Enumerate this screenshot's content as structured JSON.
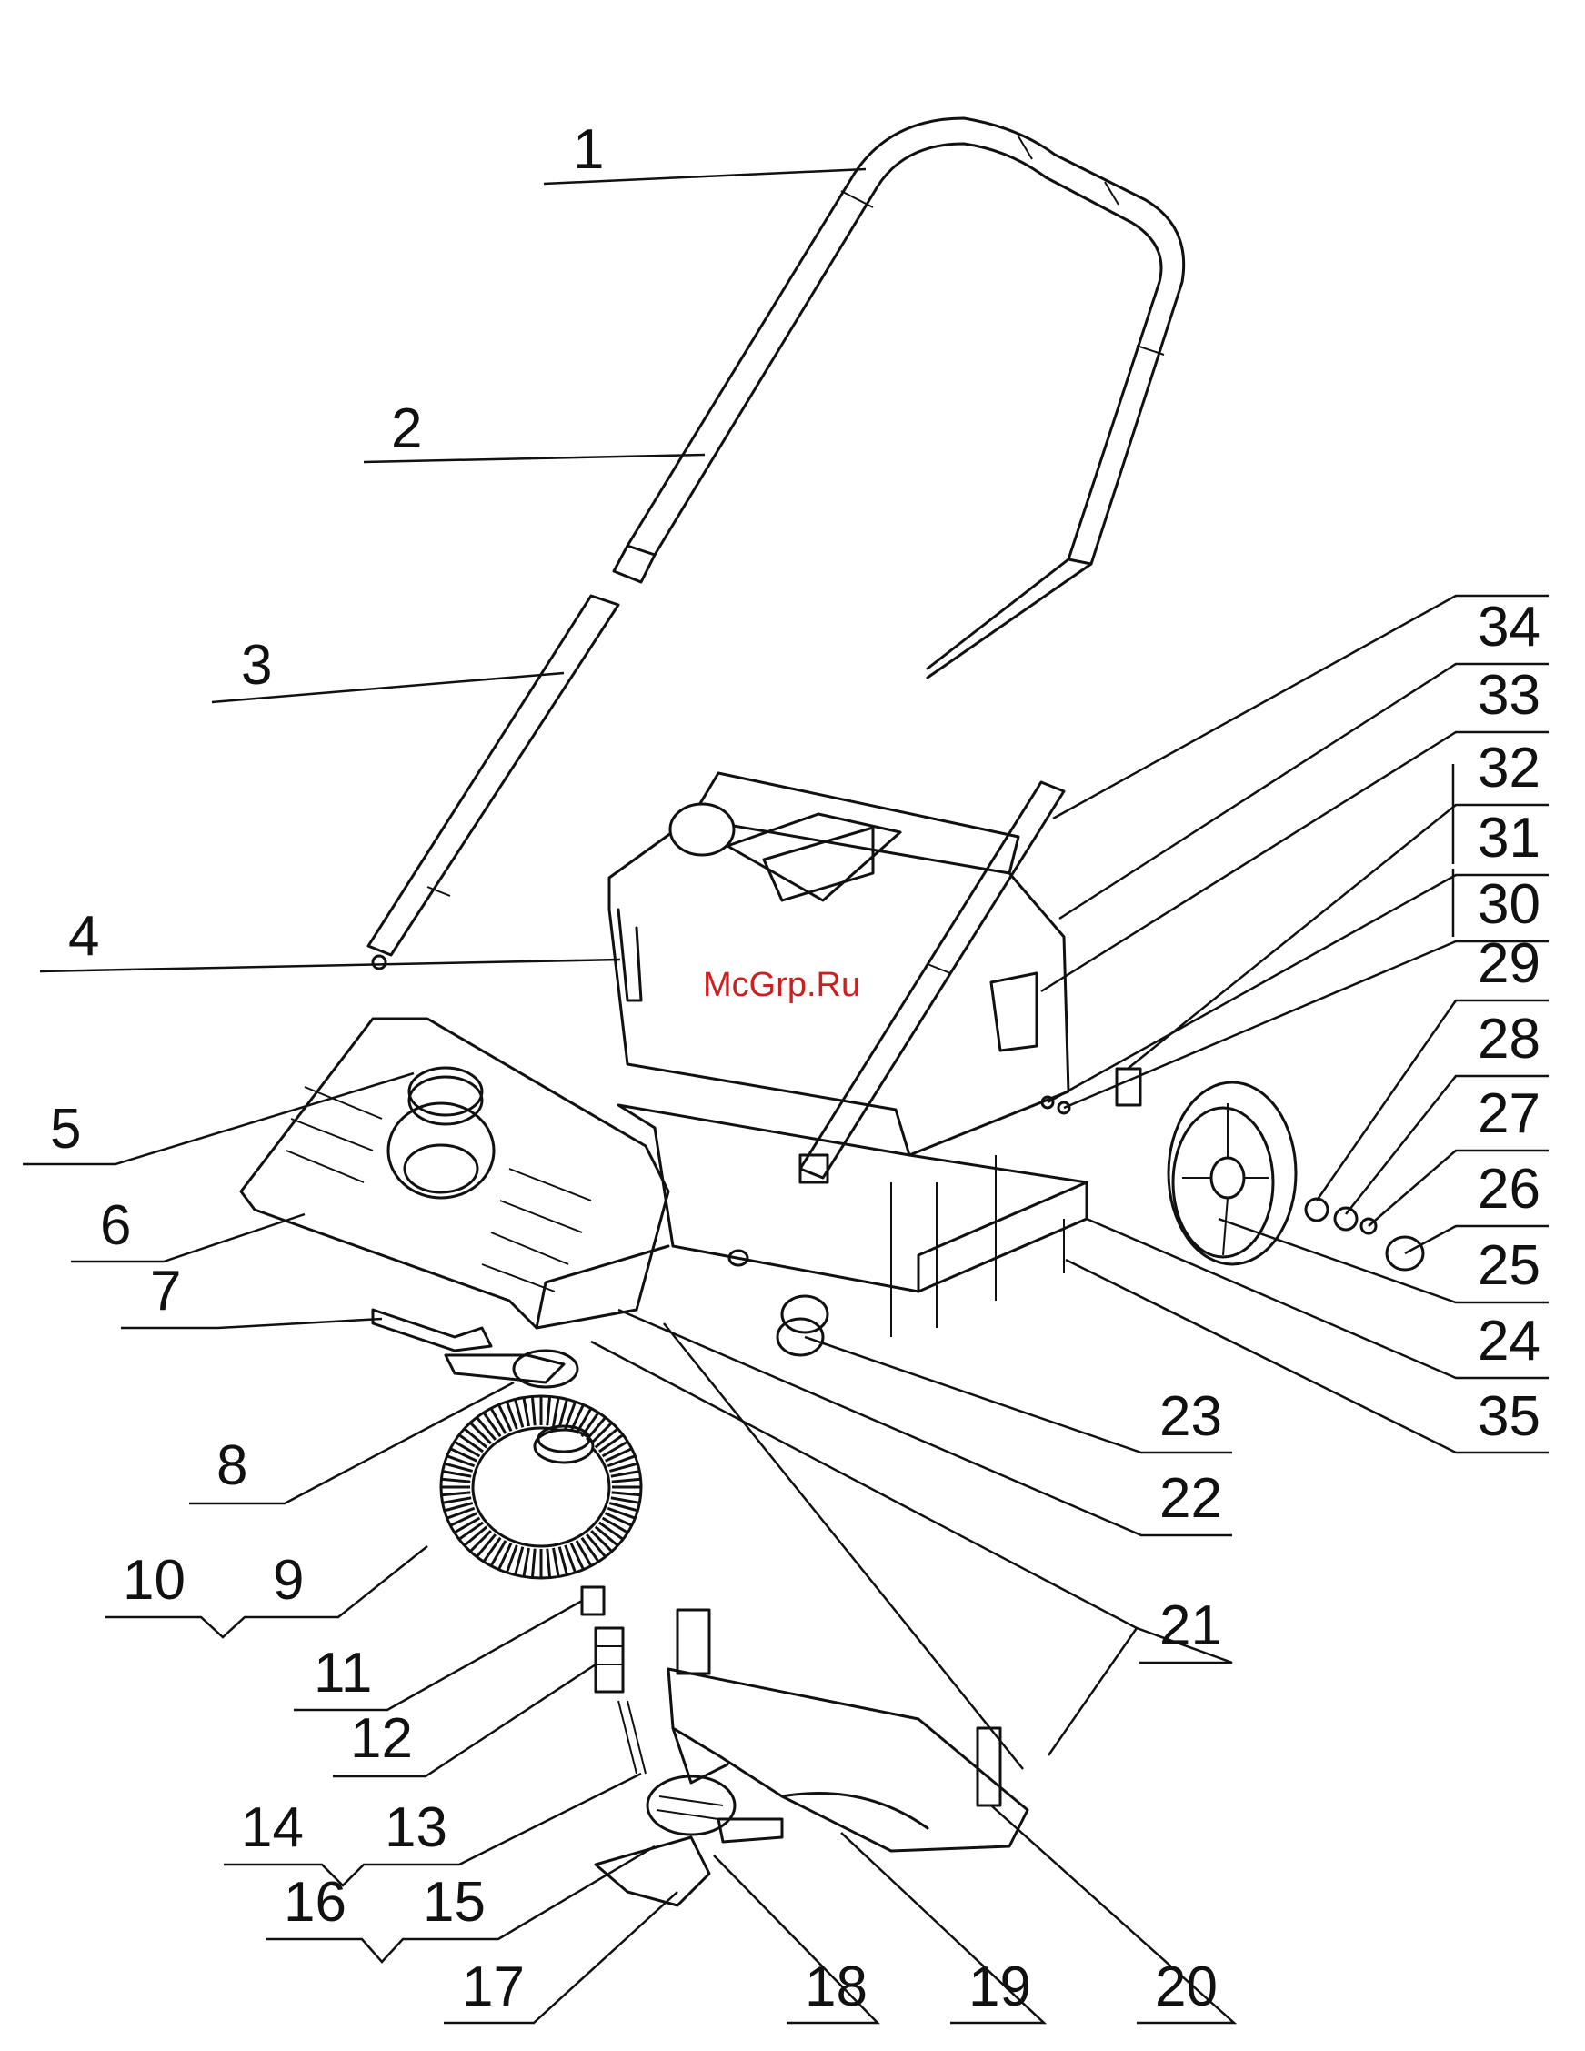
{
  "watermark": "McGrp.Ru",
  "callouts": [
    {
      "id": "1",
      "label": "1"
    },
    {
      "id": "2",
      "label": "2"
    },
    {
      "id": "3",
      "label": "3"
    },
    {
      "id": "4",
      "label": "4"
    },
    {
      "id": "5",
      "label": "5"
    },
    {
      "id": "6",
      "label": "6"
    },
    {
      "id": "7",
      "label": "7"
    },
    {
      "id": "8",
      "label": "8"
    },
    {
      "id": "9",
      "label": "9"
    },
    {
      "id": "10",
      "label": "10"
    },
    {
      "id": "11",
      "label": "11"
    },
    {
      "id": "12",
      "label": "12"
    },
    {
      "id": "13",
      "label": "13"
    },
    {
      "id": "14",
      "label": "14"
    },
    {
      "id": "15",
      "label": "15"
    },
    {
      "id": "16",
      "label": "16"
    },
    {
      "id": "17",
      "label": "17"
    },
    {
      "id": "18",
      "label": "18"
    },
    {
      "id": "19",
      "label": "19"
    },
    {
      "id": "20",
      "label": "20"
    },
    {
      "id": "21",
      "label": "21"
    },
    {
      "id": "22",
      "label": "22"
    },
    {
      "id": "23",
      "label": "23"
    },
    {
      "id": "24",
      "label": "24"
    },
    {
      "id": "25",
      "label": "25"
    },
    {
      "id": "26",
      "label": "26"
    },
    {
      "id": "27",
      "label": "27"
    },
    {
      "id": "28",
      "label": "28"
    },
    {
      "id": "29",
      "label": "29"
    },
    {
      "id": "30",
      "label": "30"
    },
    {
      "id": "31",
      "label": "31"
    },
    {
      "id": "32",
      "label": "32"
    },
    {
      "id": "33",
      "label": "33"
    },
    {
      "id": "34",
      "label": "34"
    },
    {
      "id": "35",
      "label": "35"
    }
  ]
}
